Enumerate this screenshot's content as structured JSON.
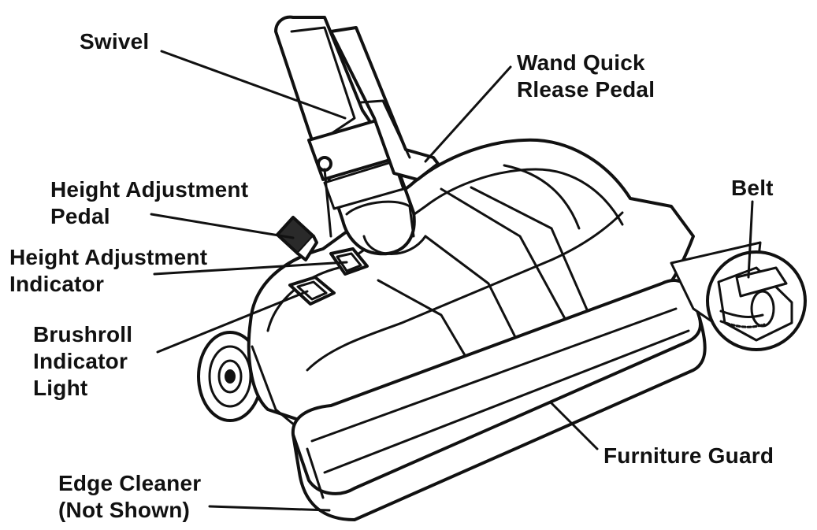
{
  "diagram": {
    "labels": {
      "swivel": [
        "Swivel"
      ],
      "wand_release": [
        "Wand Quick",
        "Rlease Pedal"
      ],
      "height_pedal": [
        "Height Adjustment",
        "Pedal"
      ],
      "height_indicator": [
        "Height Adjustment",
        "Indicator"
      ],
      "brushroll": [
        "Brushroll",
        "Indicator",
        "Light"
      ],
      "belt": [
        "Belt"
      ],
      "furniture_guard": [
        "Furniture Guard"
      ],
      "edge_cleaner": [
        "Edge Cleaner",
        "(Not Shown)"
      ]
    }
  }
}
